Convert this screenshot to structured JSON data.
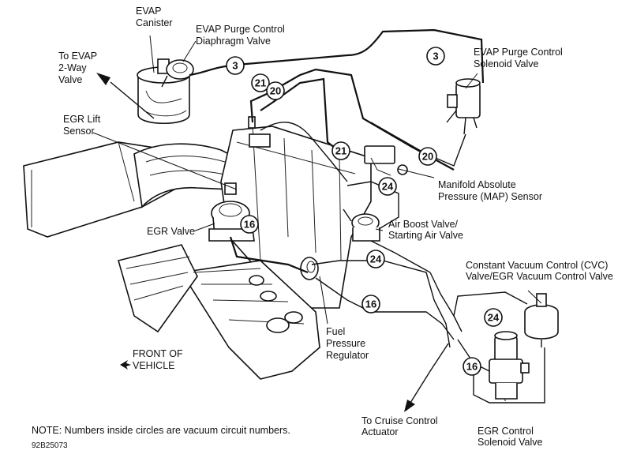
{
  "labels": {
    "evap_canister": [
      "EVAP",
      "Canister"
    ],
    "evap_purge_diaphragm": [
      "EVAP Purge Control",
      "Diaphragm Valve"
    ],
    "to_evap_2way": [
      "To EVAP",
      "2-Way",
      "Valve"
    ],
    "evap_purge_solenoid": [
      "EVAP Purge Control",
      "Solenoid Valve"
    ],
    "egr_lift_sensor": [
      "EGR Lift",
      "Sensor"
    ],
    "map_sensor": [
      "Manifold Absolute",
      "Pressure (MAP) Sensor"
    ],
    "egr_valve": [
      "EGR Valve"
    ],
    "air_boost_valve": [
      "Air Boost Valve/",
      "Starting Air Valve"
    ],
    "cvc_valve": [
      "Constant Vacuum Control (CVC)",
      "Valve/EGR Vacuum Control Valve"
    ],
    "front_of_vehicle": [
      "FRONT OF",
      "VEHICLE"
    ],
    "fuel_pressure_regulator": [
      "Fuel",
      "Pressure",
      "Regulator"
    ],
    "to_cruise_control": [
      "To Cruise Control",
      "Actuator"
    ],
    "egr_control_solenoid": [
      "EGR Control",
      "Solenoid Valve"
    ]
  },
  "note": "NOTE: Numbers inside circles are vacuum circuit numbers.",
  "figure_code": "92B25073",
  "circuits": {
    "c3a": "3",
    "c3b": "3",
    "c21a": "21",
    "c20a": "20",
    "c21b": "21",
    "c20b": "20",
    "c24a": "24",
    "c16a": "16",
    "c24b": "24",
    "c16b": "16",
    "c24c": "24",
    "c16c": "16"
  }
}
